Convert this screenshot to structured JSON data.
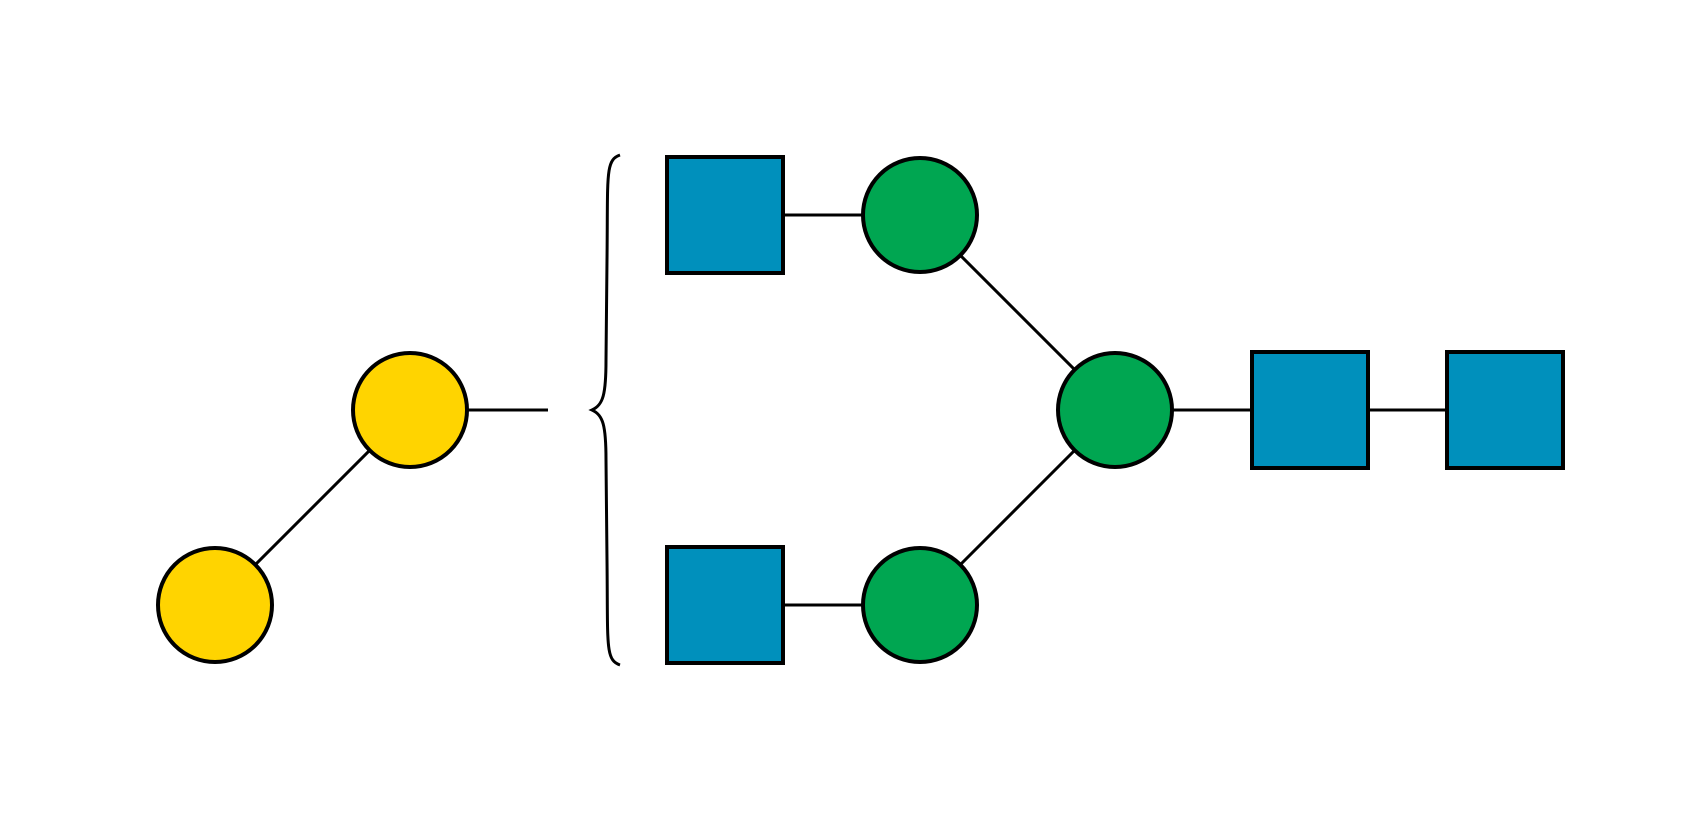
{
  "diagram": {
    "colors": {
      "galactose": "#FFD400",
      "mannose": "#00A651",
      "glcnac": "#0090BC",
      "stroke": "#000000",
      "background": "#FFFFFF"
    },
    "residues": [
      {
        "id": "gal-1",
        "type": "galactose",
        "shape": "circle"
      },
      {
        "id": "gal-2",
        "type": "galactose",
        "shape": "circle"
      },
      {
        "id": "glcnac-antenna-upper",
        "type": "glcnac",
        "shape": "square"
      },
      {
        "id": "man-upper",
        "type": "mannose",
        "shape": "circle"
      },
      {
        "id": "glcnac-antenna-lower",
        "type": "glcnac",
        "shape": "square"
      },
      {
        "id": "man-lower",
        "type": "mannose",
        "shape": "circle"
      },
      {
        "id": "man-core",
        "type": "mannose",
        "shape": "circle"
      },
      {
        "id": "glcnac-core-1",
        "type": "glcnac",
        "shape": "square"
      },
      {
        "id": "glcnac-core-2",
        "type": "glcnac",
        "shape": "square"
      }
    ],
    "linkages": [
      {
        "from": "gal-1",
        "to": "gal-2"
      },
      {
        "from": "gal-2",
        "to": "antenna-bracket"
      },
      {
        "from": "glcnac-antenna-upper",
        "to": "man-upper"
      },
      {
        "from": "glcnac-antenna-lower",
        "to": "man-lower"
      },
      {
        "from": "man-upper",
        "to": "man-core"
      },
      {
        "from": "man-lower",
        "to": "man-core"
      },
      {
        "from": "man-core",
        "to": "glcnac-core-1"
      },
      {
        "from": "glcnac-core-1",
        "to": "glcnac-core-2"
      }
    ]
  }
}
